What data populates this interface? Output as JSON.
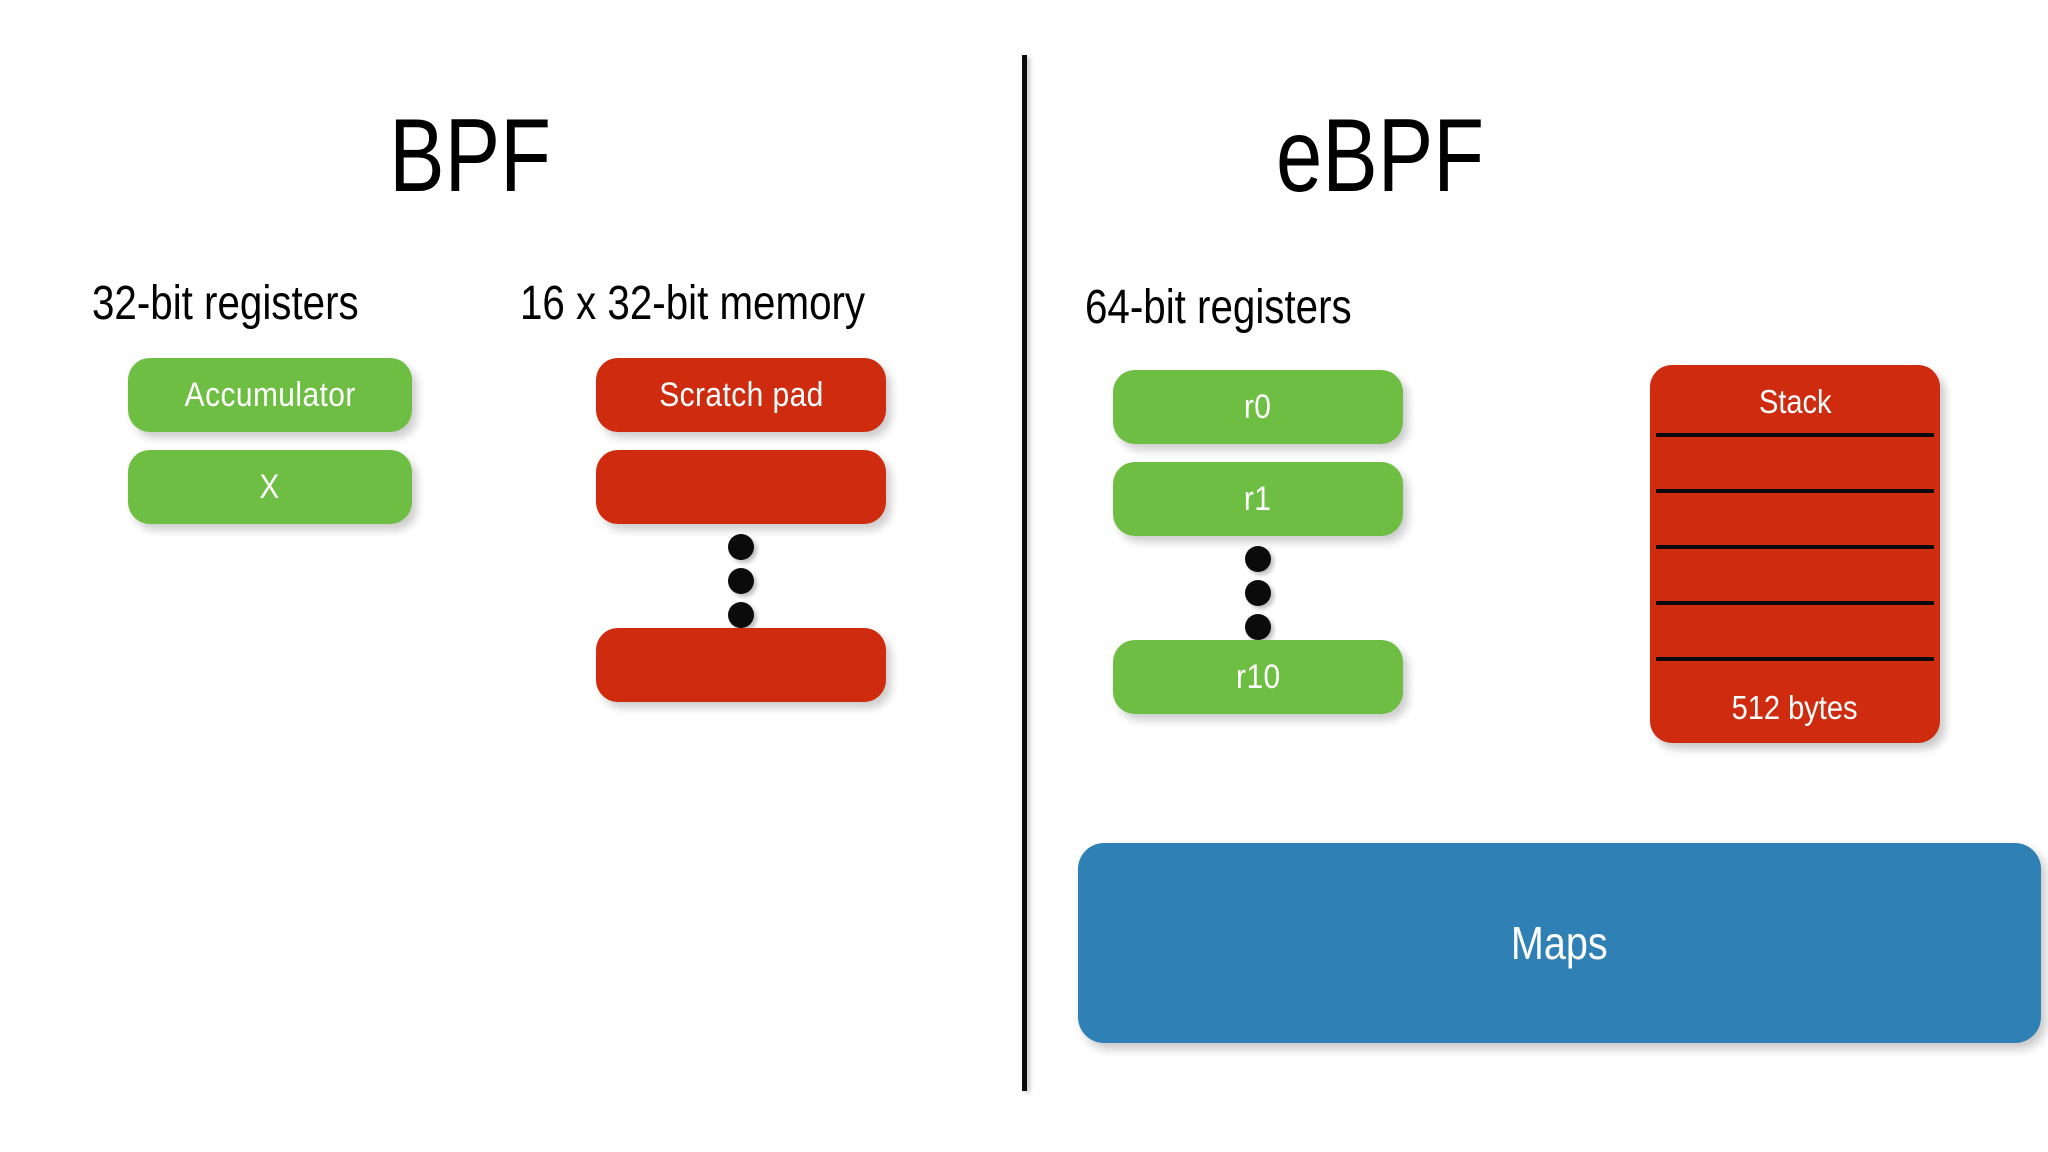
{
  "slide": {
    "background_color": "#FFFFFF",
    "divider_color": "#0A0A0A"
  },
  "colors": {
    "register_green": "#6FBE44",
    "memory_red": "#CE2B0F",
    "maps_blue": "#2F80B4",
    "text_white": "#FFFFFF",
    "text_black": "#000000"
  },
  "left_panel": {
    "title": "BPF",
    "registers": {
      "header": "32-bit registers",
      "boxes": [
        {
          "label": "Accumulator"
        },
        {
          "label": "X"
        }
      ]
    },
    "memory": {
      "header": "16 x 32-bit memory",
      "boxes": [
        {
          "label": "Scratch pad"
        },
        {
          "label": ""
        },
        {
          "label": ""
        }
      ],
      "ellipsis_dots": 3
    }
  },
  "right_panel": {
    "title": "eBPF",
    "registers": {
      "header": "64-bit registers",
      "boxes": [
        {
          "label": "r0"
        },
        {
          "label": "r1"
        },
        {
          "label": "r10"
        }
      ],
      "ellipsis_dots": 3
    },
    "stack": {
      "title": "Stack",
      "size": "512 bytes",
      "divider_lines": 5
    },
    "maps": {
      "label": "Maps"
    }
  }
}
